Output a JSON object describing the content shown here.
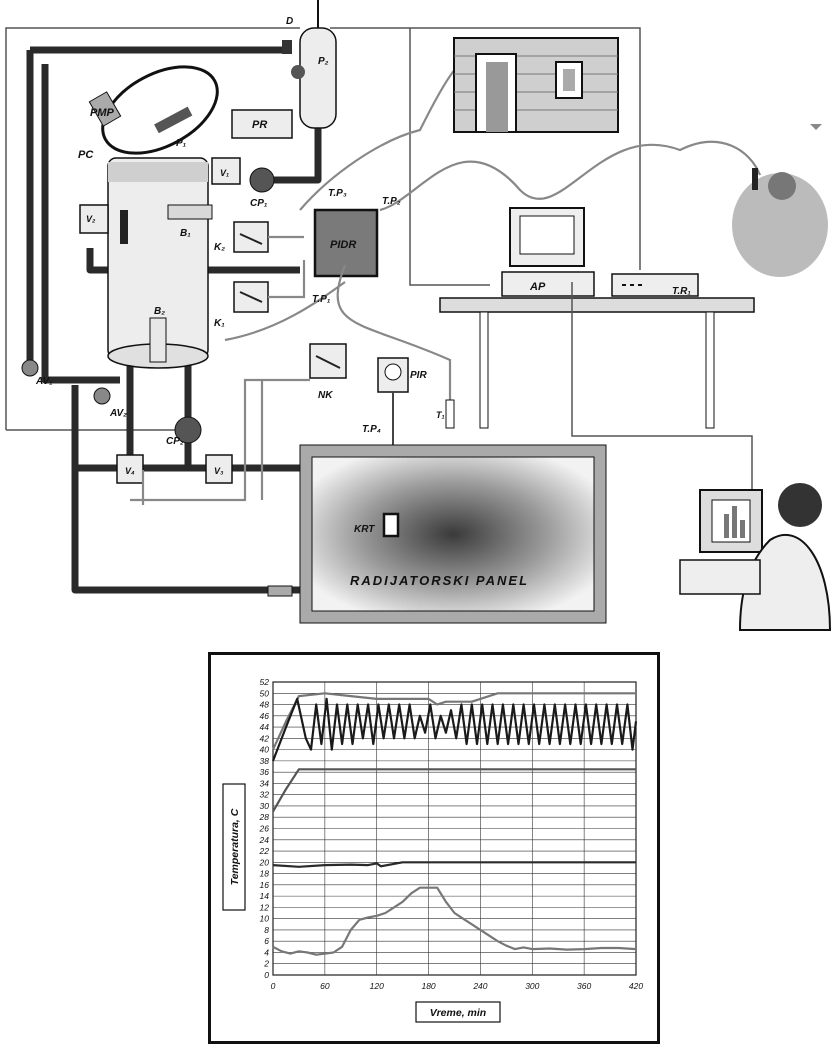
{
  "scheme": {
    "labels": {
      "pmp": "PMP",
      "p1": "P₁",
      "pc": "PC",
      "v2": "V₂",
      "v1_top": "V₁",
      "b1": "B₁",
      "b2": "B₂",
      "k2": "K₂",
      "k1": "K₁",
      "cp1": "CP₁",
      "cp2": "CP₂",
      "pr": "PR",
      "p2": "P₂",
      "d": "D",
      "av1": "AV₁",
      "av2": "AV₂",
      "v4": "V₄",
      "v3": "V₃",
      "pidr": "PIDR",
      "tp3": "T.P₃",
      "tp2": "T.P₂",
      "tp1": "T.P₁",
      "nk": "NK",
      "pir": "PIR",
      "t1": "T₁",
      "tp4": "T.P₄",
      "ap": "AP",
      "tr": "T.R₁",
      "krt": "KRT",
      "panel": "RADIJATORSKI PANEL"
    }
  },
  "chart_data": {
    "type": "line",
    "xlabel": "Vreme, min",
    "ylabel": "Temperatura, C",
    "xlim": [
      0,
      420
    ],
    "ylim": [
      0,
      52
    ],
    "x_ticks": [
      0,
      60,
      120,
      180,
      240,
      300,
      360,
      420
    ],
    "y_ticks": [
      0,
      2,
      4,
      6,
      8,
      10,
      12,
      14,
      16,
      18,
      20,
      22,
      24,
      26,
      28,
      30,
      32,
      34,
      36,
      38,
      40,
      42,
      44,
      46,
      48,
      50,
      52
    ],
    "grid": true,
    "series": [
      {
        "x": [
          0,
          15,
          30,
          60,
          90,
          120,
          150,
          180,
          190,
          200,
          230,
          260,
          300,
          360,
          420
        ],
        "values": [
          40,
          45,
          49.5,
          50,
          49.5,
          49,
          49,
          49,
          48,
          48.5,
          48.5,
          50,
          50,
          50,
          50
        ],
        "color": "#777777"
      },
      {
        "x": [
          0,
          15,
          28,
          38,
          44,
          50,
          56,
          62,
          68,
          74,
          80,
          86,
          92,
          98,
          104,
          110,
          116,
          122,
          128,
          134,
          140,
          146,
          152,
          158,
          164,
          170,
          176,
          182,
          188,
          194,
          200,
          206,
          212,
          218,
          224,
          230,
          236,
          242,
          248,
          254,
          260,
          266,
          272,
          278,
          284,
          290,
          296,
          302,
          308,
          314,
          320,
          326,
          332,
          338,
          344,
          350,
          356,
          362,
          368,
          374,
          380,
          386,
          392,
          398,
          404,
          410,
          416,
          420
        ],
        "values": [
          38,
          44,
          49,
          42,
          40,
          48,
          41,
          49,
          40,
          48,
          41,
          48,
          41,
          48,
          42,
          48,
          41,
          48,
          42,
          48,
          42,
          48,
          42,
          48,
          42,
          46,
          43,
          48,
          42,
          46,
          43,
          47,
          42,
          48,
          41,
          48,
          41,
          48,
          41,
          48,
          41,
          48,
          41,
          48,
          41,
          48,
          41,
          48,
          41,
          48,
          41,
          48,
          41,
          48,
          41,
          48,
          41,
          48,
          41,
          48,
          41,
          48,
          41,
          48,
          41,
          48,
          40,
          45
        ],
        "color": "#1a1a1a"
      },
      {
        "x": [
          0,
          15,
          30,
          60,
          120,
          180,
          240,
          300,
          360,
          420
        ],
        "values": [
          29,
          33,
          36.5,
          36.5,
          36.5,
          36.5,
          36.5,
          36.5,
          36.5,
          36.5
        ],
        "color": "#555555"
      },
      {
        "x": [
          0,
          30,
          60,
          90,
          110,
          120,
          125,
          150,
          180,
          240,
          300,
          360,
          420
        ],
        "values": [
          19.5,
          19.2,
          19.5,
          19.6,
          19.5,
          19.8,
          19.3,
          20,
          20,
          20,
          20,
          20,
          20
        ],
        "color": "#2a2a2a"
      },
      {
        "x": [
          0,
          10,
          20,
          30,
          40,
          50,
          60,
          70,
          80,
          90,
          100,
          110,
          120,
          130,
          140,
          150,
          160,
          170,
          180,
          190,
          200,
          210,
          220,
          230,
          240,
          250,
          260,
          270,
          280,
          290,
          300,
          320,
          340,
          360,
          380,
          400,
          420
        ],
        "values": [
          5,
          4.2,
          3.8,
          4.2,
          4,
          3.6,
          3.8,
          4,
          5,
          8,
          9.8,
          10.2,
          10.5,
          11,
          12,
          13,
          14.5,
          15.5,
          15.5,
          15.5,
          13,
          11,
          10,
          9,
          8,
          7,
          6,
          5.2,
          4.6,
          4.9,
          4.6,
          4.7,
          4.5,
          4.6,
          4.8,
          4.8,
          4.6
        ],
        "color": "#777777"
      }
    ]
  }
}
